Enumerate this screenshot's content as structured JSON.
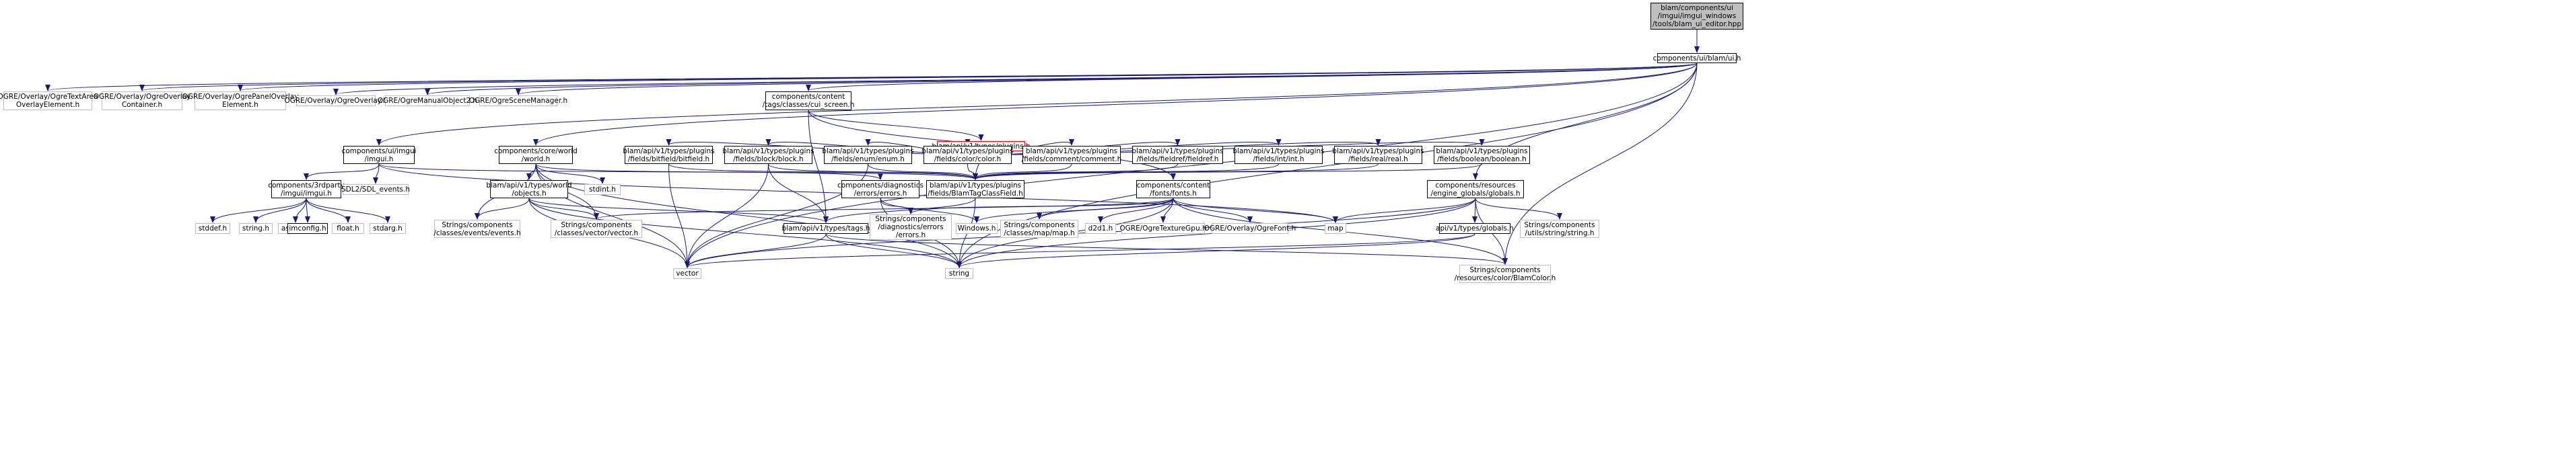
{
  "colors": {
    "edge": "#191970",
    "node_border": "#000000",
    "external_border": "#bfbfbf",
    "root_fill": "#bfbfbf",
    "highlight_border": "#ff0000"
  },
  "nodes": {
    "root": "blam/components/ui\n/imgui/imgui_windows\n/tools/blam_ui_editor.hpp",
    "ui_h": "components/ui/blam/ui.h",
    "textarea": "OGRE/Overlay/OgreTextArea\nOverlayElement.h",
    "overlaycontainer": "OGRE/Overlay/OgreOverlay\nContainer.h",
    "panel": "OGRE/Overlay/OgrePanelOverlay\nElement.h",
    "ogreoverlay": "OGRE/Overlay/OgreOverlay.h",
    "manualobject": "OGRE/OgreManualObject2.h",
    "scenemanager": "OGRE/OgreSceneManager.h",
    "cui_screen": "components/content\n/tags/classes/cui_screen.h",
    "plugins": "blam/api/v1/types/plugins.h",
    "imgui_h": "components/ui/imgui\n/imgui.h",
    "world_h": "components/core/world\n/world.h",
    "bitfield": "blam/api/v1/types/plugins\n/fields/bitfield/bitfield.h",
    "block": "blam/api/v1/types/plugins\n/fields/block/block.h",
    "enum": "blam/api/v1/types/plugins\n/fields/enum/enum.h",
    "color": "blam/api/v1/types/plugins\n/fields/color/color.h",
    "comment": "blam/api/v1/types/plugins\n/fields/comment/comment.h",
    "fieldref": "blam/api/v1/types/plugins\n/fields/fieldref/fieldref.h",
    "int": "blam/api/v1/types/plugins\n/fields/int/int.h",
    "real": "blam/api/v1/types/plugins\n/fields/real/real.h",
    "boolean": "blam/api/v1/types/plugins\n/fields/boolean/boolean.h",
    "thirdparty_imgui": "components/3rdparty\n/imgui/imgui.h",
    "sdl_events": "SDL2/SDL_events.h",
    "world_objects": "blam/api/v1/types/world\n/objects.h",
    "stdint": "stdint.h",
    "errors": "components/diagnostics\n/errors/errors.h",
    "blamtagclassfield": "blam/api/v1/types/plugins\n/fields/BlamTagClassField.h",
    "fonts": "components/content\n/fonts/fonts.h",
    "globals": "components/resources\n/engine_globals/globals.h",
    "stddef": "stddef.h",
    "string_h": "string.h",
    "assert_h": "assert.h",
    "imconfig": "imconfig.h",
    "float_h": "float.h",
    "stdarg": "stdarg.h",
    "events": "Strings/components\n/classes/events/events.h",
    "vector_h": "Strings/components\n/classes/vector/vector.h",
    "tags_h": "blam/api/v1/types/tags.h",
    "diag_errors": "Strings/components\n/diagnostics/errors\n/errors.h",
    "windows": "Windows.h",
    "map_h": "Strings/components\n/classes/map/map.h",
    "d2d1": "d2d1.h",
    "texturegpu": "OGRE/OgreTextureGpu.h",
    "ogrefont": "OGRE/Overlay/OgreFont.h",
    "map": "map",
    "api_globals": "api/v1/types/globals.h",
    "util_string": "Strings/components\n/utils/string/string.h",
    "vector": "vector",
    "string": "string",
    "blamcolor": "Strings/components\n/resources/color/BlamColor.h"
  }
}
